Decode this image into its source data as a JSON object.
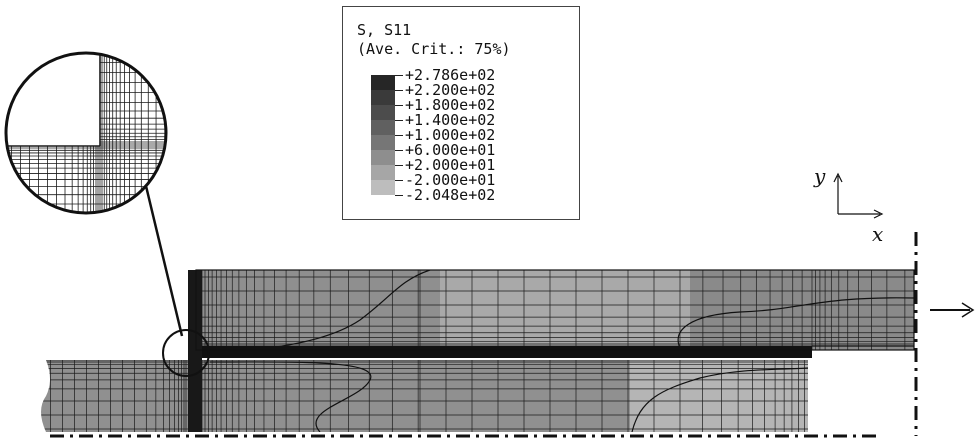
{
  "legend": {
    "title_line1": "S, S11",
    "title_line2": "(Ave. Crit.: 75%)",
    "levels": [
      {
        "label": "+2.786e+02",
        "color": "#262626"
      },
      {
        "label": "+2.200e+02",
        "color": "#3a3a3a"
      },
      {
        "label": "+1.800e+02",
        "color": "#4c4c4c"
      },
      {
        "label": "+1.400e+02",
        "color": "#606060"
      },
      {
        "label": "+1.000e+02",
        "color": "#767676"
      },
      {
        "label": "+6.000e+01",
        "color": "#8e8e8e"
      },
      {
        "label": "+2.000e+01",
        "color": "#a6a6a6"
      },
      {
        "label": "-2.000e+01",
        "color": "#bdbdbd"
      },
      {
        "label": "-2.048e+02",
        "color": "#d8d8d8"
      }
    ]
  },
  "axes": {
    "x_label": "x",
    "y_label": "y"
  },
  "colors": {
    "upper_plate_left": "#8f8f8f",
    "upper_plate_mid": "#a9a9a9",
    "upper_plate_right": "#8a8a8a",
    "lower_plate_left": "#909090",
    "lower_plate_right": "#b5b5b5",
    "mesh_line": "#1a1a1a"
  }
}
